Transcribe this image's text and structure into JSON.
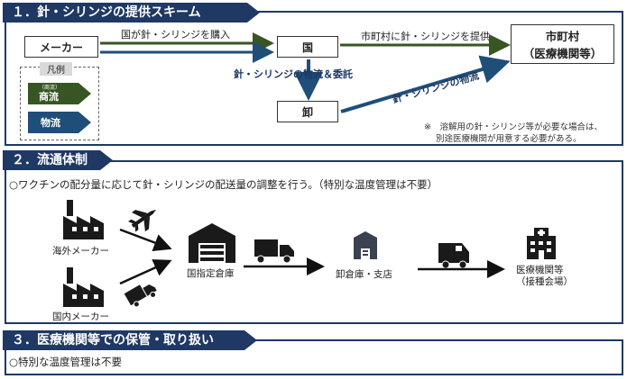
{
  "colors": {
    "navy": "#1f3864",
    "green": "#375623",
    "blue": "#1f4e79"
  },
  "section1": {
    "title": "１．針・シリンジの提供スキーム",
    "maker": "メーカー",
    "kuni": "国",
    "oroshi": "卸",
    "city": "市町村",
    "city_sub": "（医療機関等）",
    "arrow_buy": "国が針・シリンジを購入",
    "arrow_provide": "市町村に針・シリンジを提供",
    "arrow_logistics_commission": "針・シリンジの物流＆委託",
    "arrow_logistics": "針・シリンジの物流",
    "legend_title": "凡例",
    "legend_commerce_small": "（商流）",
    "legend_commerce": "商流",
    "legend_logistics": "物流",
    "note_line1": "※　溶解用の針・シリンジ等が必要な場合は、",
    "note_line2": "別途医療機関が用意する必要がある。"
  },
  "section2": {
    "title": "２．流通体制",
    "description": "○ワクチンの配分量に応じて針・シリンジの配送量の調整を行う。（特別な温度管理は不要）",
    "overseas_maker": "海外メーカー",
    "domestic_maker": "国内メーカー",
    "national_warehouse": "国指定倉庫",
    "wholesale_warehouse": "卸倉庫・支店",
    "medical_line1": "医療機関等",
    "medical_line2": "（接種会場）"
  },
  "section3": {
    "title": "３．医療機関等での保管・取り扱い",
    "description": "○特別な温度管理は不要"
  }
}
